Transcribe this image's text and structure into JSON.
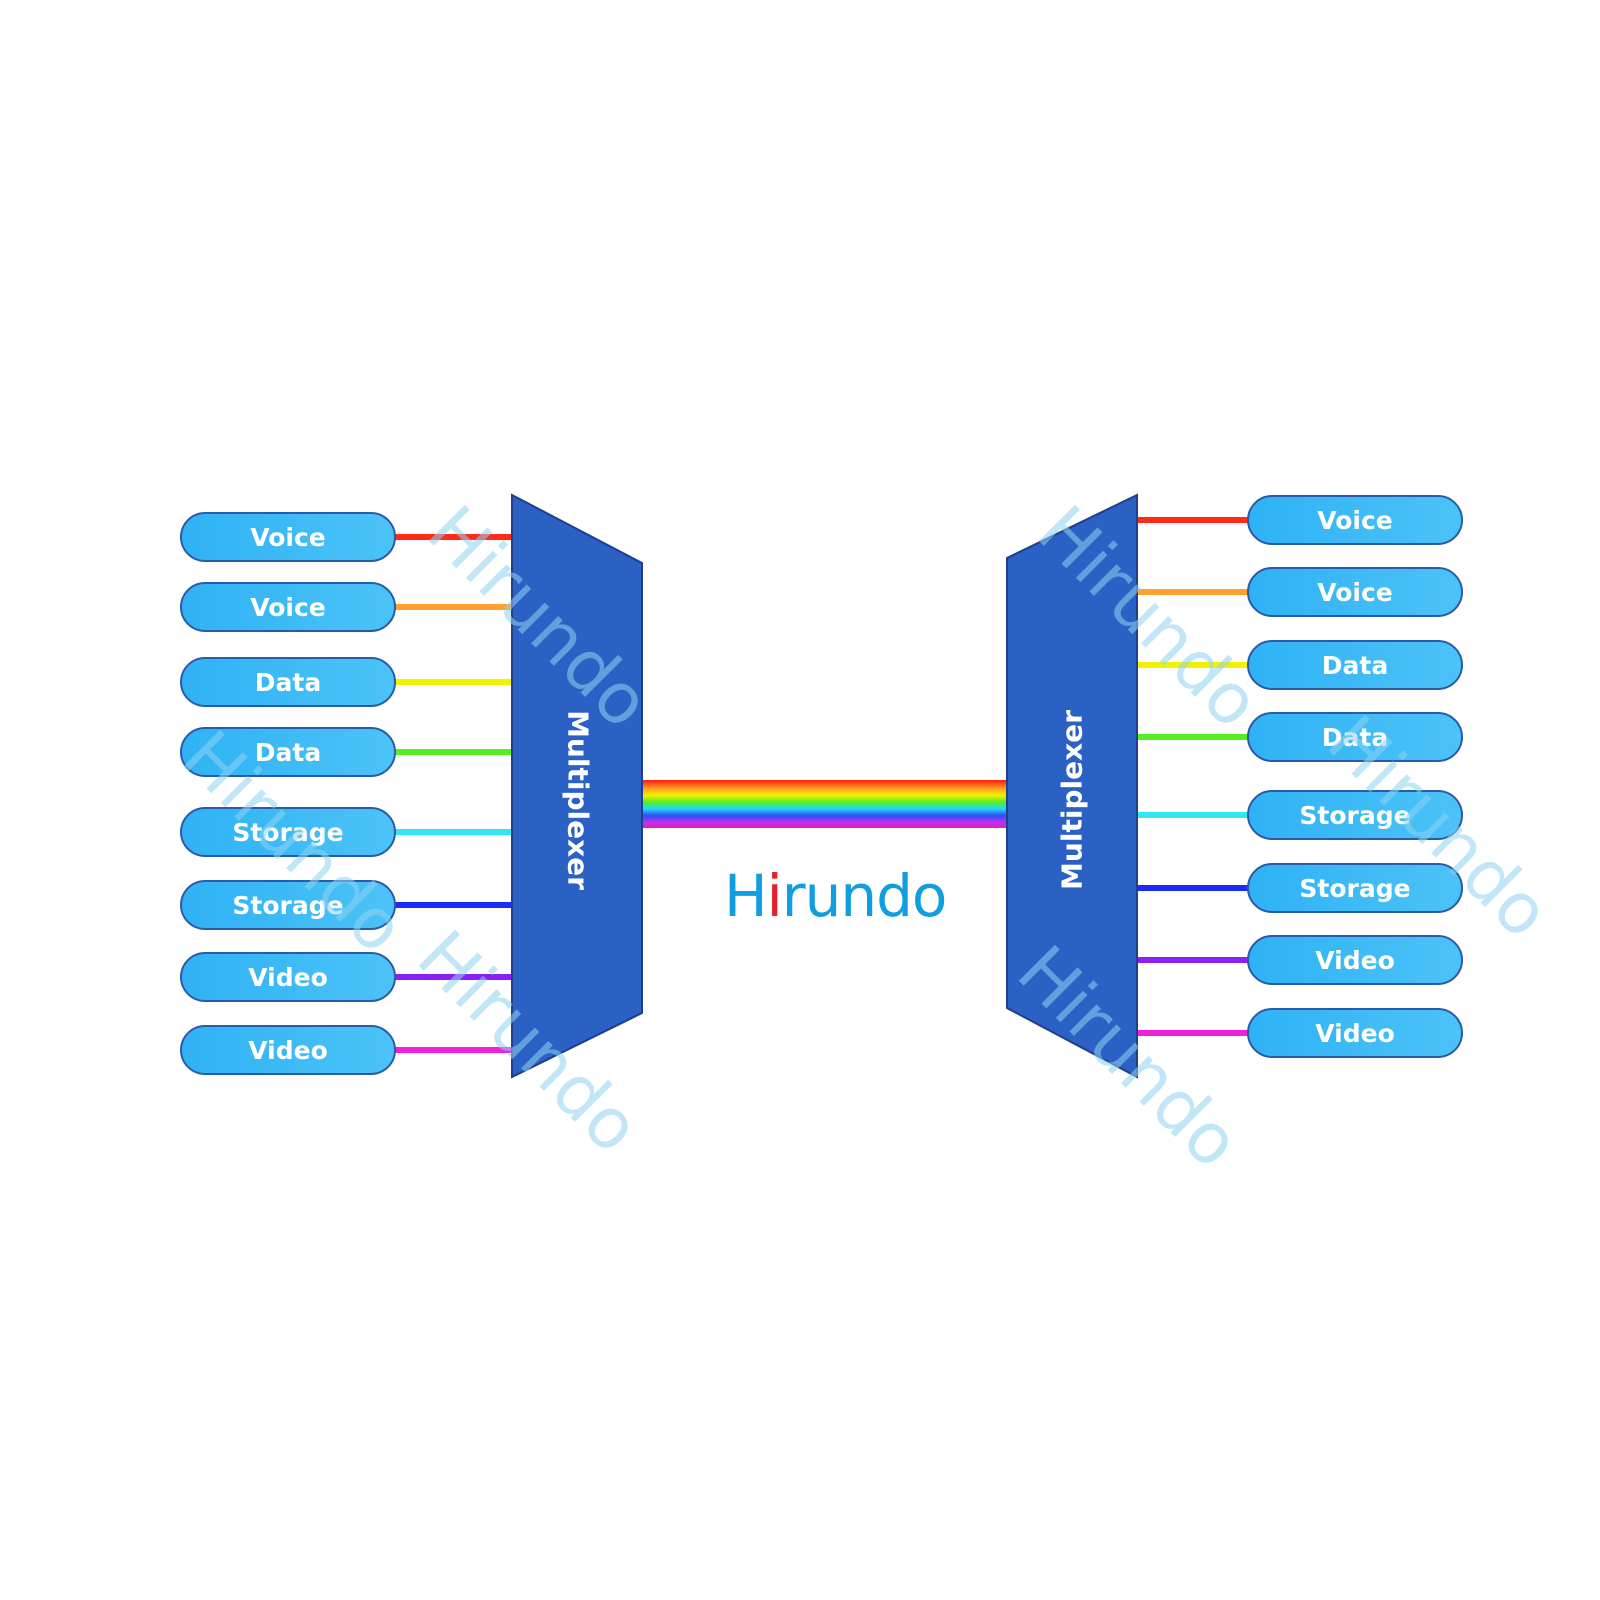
{
  "left_channels": [
    {
      "label": "Voice",
      "color": "#ff2a1a"
    },
    {
      "label": "Voice",
      "color": "#ffa030"
    },
    {
      "label": "Data",
      "color": "#f2f200"
    },
    {
      "label": "Data",
      "color": "#55ee22"
    },
    {
      "label": "Storage",
      "color": "#33e6f5"
    },
    {
      "label": "Storage",
      "color": "#1a2cf5"
    },
    {
      "label": "Video",
      "color": "#8a1ff0"
    },
    {
      "label": "Video",
      "color": "#f020d8"
    }
  ],
  "right_channels": [
    {
      "label": "Voice",
      "color": "#ff2a1a"
    },
    {
      "label": "Voice",
      "color": "#ffa030"
    },
    {
      "label": "Data",
      "color": "#f2f200"
    },
    {
      "label": "Data",
      "color": "#55ee22"
    },
    {
      "label": "Storage",
      "color": "#33e6f5"
    },
    {
      "label": "Storage",
      "color": "#1a2cf5"
    },
    {
      "label": "Video",
      "color": "#8a1ff0"
    },
    {
      "label": "Video",
      "color": "#f020d8"
    }
  ],
  "left_mux": {
    "label": "Multiplexer",
    "color": "#2b60c4"
  },
  "right_mux": {
    "label": "Multiplexer",
    "color": "#2b60c4"
  },
  "logo": {
    "text_a": "H",
    "text_i": "i",
    "text_b": "rundo",
    "watermark": "Hirundo"
  }
}
